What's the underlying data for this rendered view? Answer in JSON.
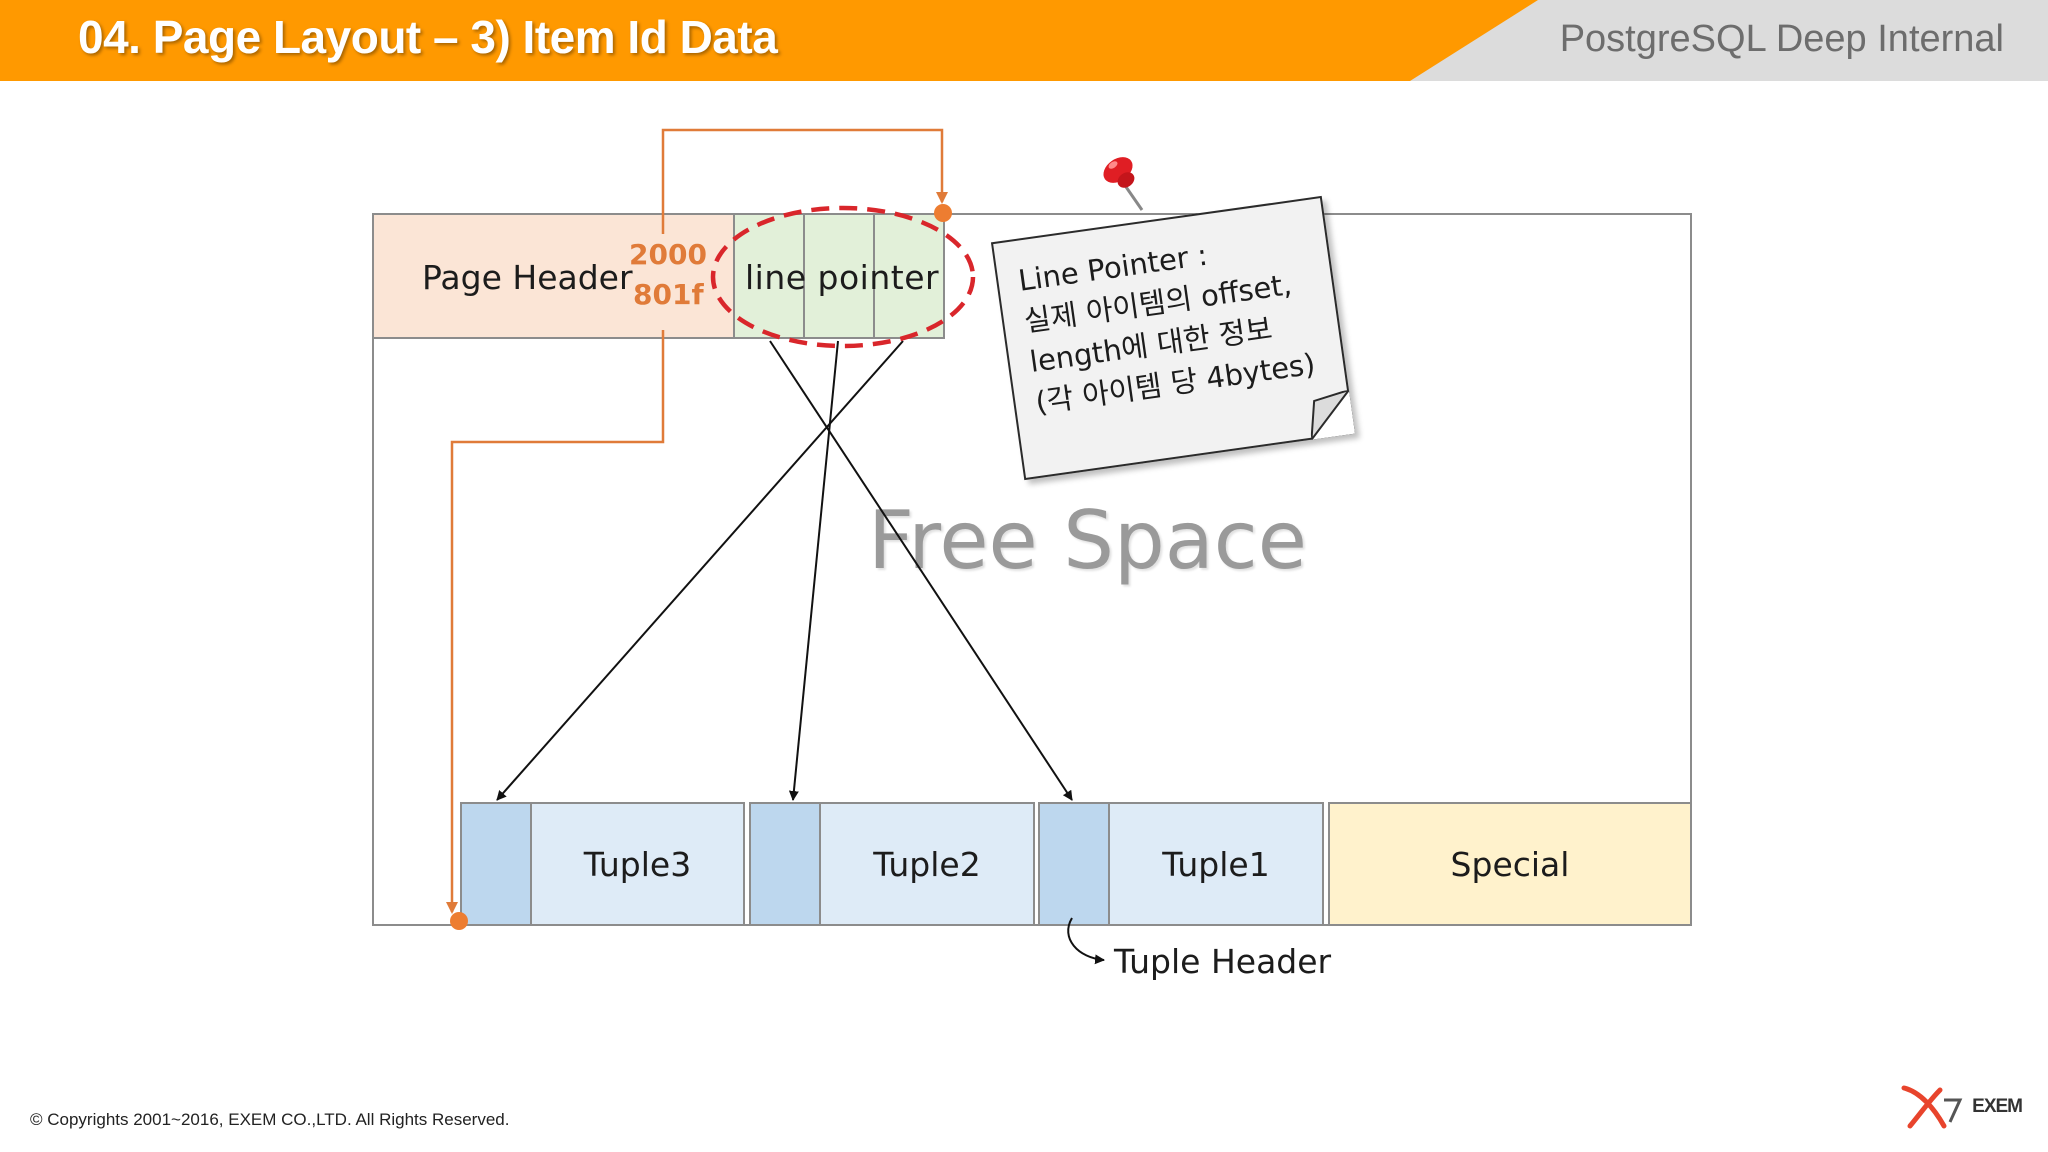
{
  "header": {
    "title": "04. Page Layout – 3) Item Id Data",
    "course": "PostgreSQL Deep Internal",
    "accent_color": "#ff9900",
    "gray_color": "#dcdcdc"
  },
  "diagram": {
    "page_header": "Page Header",
    "flag_values": [
      "2000",
      "801f"
    ],
    "line_pointer": "line pointer",
    "free_space": "Free Space",
    "tuples": [
      "Tuple3",
      "Tuple2",
      "Tuple1"
    ],
    "special": "Special",
    "tuple_header": "Tuple Header",
    "colors": {
      "page_header_fill": "#fbe5d6",
      "line_pointer_fill": "#e2f0d9",
      "tuple_header_fill": "#bdd7ee",
      "tuple_fill": "#deebf7",
      "special_fill": "#fff2cc",
      "connector": "#e07b39",
      "highlight_ellipse": "#d9262b"
    }
  },
  "note": {
    "lines": [
      "Line Pointer :",
      "실제 아이템의 offset,",
      "length에 대한 정보",
      "(각 아이템 당 4bytes)"
    ],
    "pin_icon": "pushpin-icon"
  },
  "footer": {
    "copyright": "© Copyrights 2001~2016, EXEM CO.,LTD. All Rights Reserved.",
    "logo": "EXEM",
    "logo_icon": "exem-logo-icon"
  }
}
